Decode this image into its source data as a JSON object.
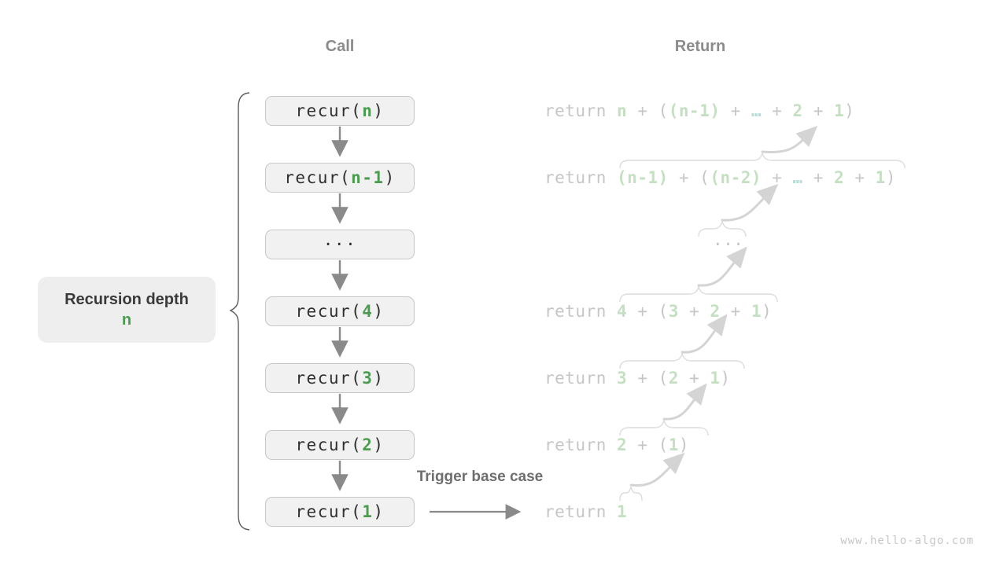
{
  "headers": {
    "call": "Call",
    "return": "Return"
  },
  "depth_label": {
    "title": "Recursion depth",
    "value": "n"
  },
  "trigger_label": "Trigger base case",
  "watermark": "www.hello-algo.com",
  "colors": {
    "accent_green": "#4c9b50",
    "faded_green": "#c5dfc2",
    "faded_cyan": "#b9dbd6",
    "header_gray": "#8b8b8b",
    "faded_gray": "#c6c6c6",
    "box_bg": "#f1f1f2",
    "box_border": "#c7c7c7"
  },
  "call_stack": [
    {
      "parts": [
        {
          "t": "recur(",
          "c": "ct"
        },
        {
          "t": "n",
          "c": "cn"
        },
        {
          "t": ")",
          "c": "ct"
        }
      ]
    },
    {
      "parts": [
        {
          "t": "recur(",
          "c": "ct"
        },
        {
          "t": "n-1",
          "c": "cn"
        },
        {
          "t": ")",
          "c": "ct"
        }
      ]
    },
    {
      "parts": [
        {
          "t": "···",
          "c": "ct"
        }
      ]
    },
    {
      "parts": [
        {
          "t": "recur(",
          "c": "ct"
        },
        {
          "t": "4",
          "c": "cn"
        },
        {
          "t": ")",
          "c": "ct"
        }
      ]
    },
    {
      "parts": [
        {
          "t": "recur(",
          "c": "ct"
        },
        {
          "t": "3",
          "c": "cn"
        },
        {
          "t": ")",
          "c": "ct"
        }
      ]
    },
    {
      "parts": [
        {
          "t": "recur(",
          "c": "ct"
        },
        {
          "t": "2",
          "c": "cn"
        },
        {
          "t": ")",
          "c": "ct"
        }
      ]
    },
    {
      "parts": [
        {
          "t": "recur(",
          "c": "ct"
        },
        {
          "t": "1",
          "c": "cn"
        },
        {
          "t": ")",
          "c": "ct"
        }
      ]
    }
  ],
  "return_rows": [
    {
      "parts": [
        {
          "t": "return ",
          "c": "kw"
        },
        {
          "t": "n",
          "c": "val"
        },
        {
          "t": " + ",
          "c": "kw"
        },
        {
          "t": "(",
          "c": "kw"
        },
        {
          "t": "(n-1)",
          "c": "val"
        },
        {
          "t": " + ",
          "c": "kw"
        },
        {
          "t": "…",
          "c": "etc"
        },
        {
          "t": " + ",
          "c": "kw"
        },
        {
          "t": "2",
          "c": "val"
        },
        {
          "t": " + ",
          "c": "kw"
        },
        {
          "t": "1",
          "c": "val"
        },
        {
          "t": ")",
          "c": "kw"
        }
      ]
    },
    {
      "parts": [
        {
          "t": "return ",
          "c": "kw"
        },
        {
          "t": "(n-1)",
          "c": "val"
        },
        {
          "t": " + ",
          "c": "kw"
        },
        {
          "t": "(",
          "c": "kw"
        },
        {
          "t": "(n-2)",
          "c": "val"
        },
        {
          "t": " + ",
          "c": "kw"
        },
        {
          "t": "…",
          "c": "etc"
        },
        {
          "t": " + ",
          "c": "kw"
        },
        {
          "t": "2",
          "c": "val"
        },
        {
          "t": " + ",
          "c": "kw"
        },
        {
          "t": "1",
          "c": "val"
        },
        {
          "t": ")",
          "c": "kw"
        }
      ]
    },
    {
      "parts": [
        {
          "t": "···",
          "c": "kw"
        }
      ]
    },
    {
      "parts": [
        {
          "t": "return ",
          "c": "kw"
        },
        {
          "t": "4",
          "c": "val"
        },
        {
          "t": " + ",
          "c": "kw"
        },
        {
          "t": "(",
          "c": "kw"
        },
        {
          "t": "3",
          "c": "val"
        },
        {
          "t": " + ",
          "c": "kw"
        },
        {
          "t": "2",
          "c": "val"
        },
        {
          "t": " + ",
          "c": "kw"
        },
        {
          "t": "1",
          "c": "val"
        },
        {
          "t": ")",
          "c": "kw"
        }
      ]
    },
    {
      "parts": [
        {
          "t": "return ",
          "c": "kw"
        },
        {
          "t": "3",
          "c": "val"
        },
        {
          "t": " + ",
          "c": "kw"
        },
        {
          "t": "(",
          "c": "kw"
        },
        {
          "t": "2",
          "c": "val"
        },
        {
          "t": " + ",
          "c": "kw"
        },
        {
          "t": "1",
          "c": "val"
        },
        {
          "t": ")",
          "c": "kw"
        }
      ]
    },
    {
      "parts": [
        {
          "t": "return ",
          "c": "kw"
        },
        {
          "t": "2",
          "c": "val"
        },
        {
          "t": " + ",
          "c": "kw"
        },
        {
          "t": "(",
          "c": "kw"
        },
        {
          "t": "1",
          "c": "val"
        },
        {
          "t": ")",
          "c": "kw"
        }
      ]
    },
    {
      "parts": [
        {
          "t": "return ",
          "c": "kw"
        },
        {
          "t": "1",
          "c": "val"
        }
      ]
    }
  ]
}
